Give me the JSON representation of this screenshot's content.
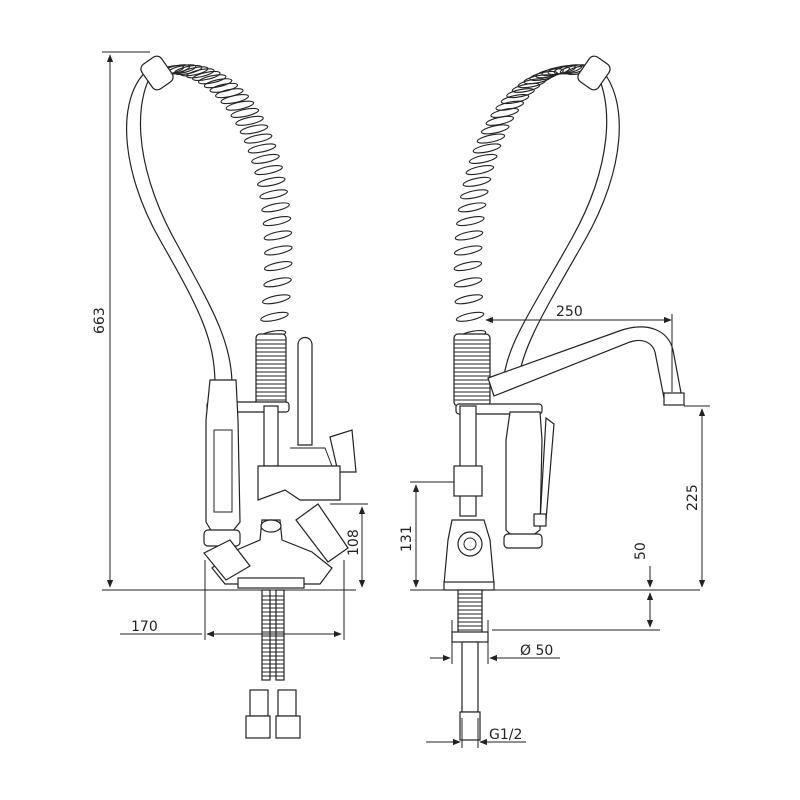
{
  "dimensions": {
    "total_height": "663",
    "base_width": "170",
    "handle_height": "108",
    "side_height": "131",
    "spout_reach": "250",
    "spout_height": "225",
    "spout_offset": "50",
    "diameter": "Ø 50",
    "thread": "G1/2"
  },
  "colors": {
    "line": "#222222",
    "background": "#ffffff"
  }
}
